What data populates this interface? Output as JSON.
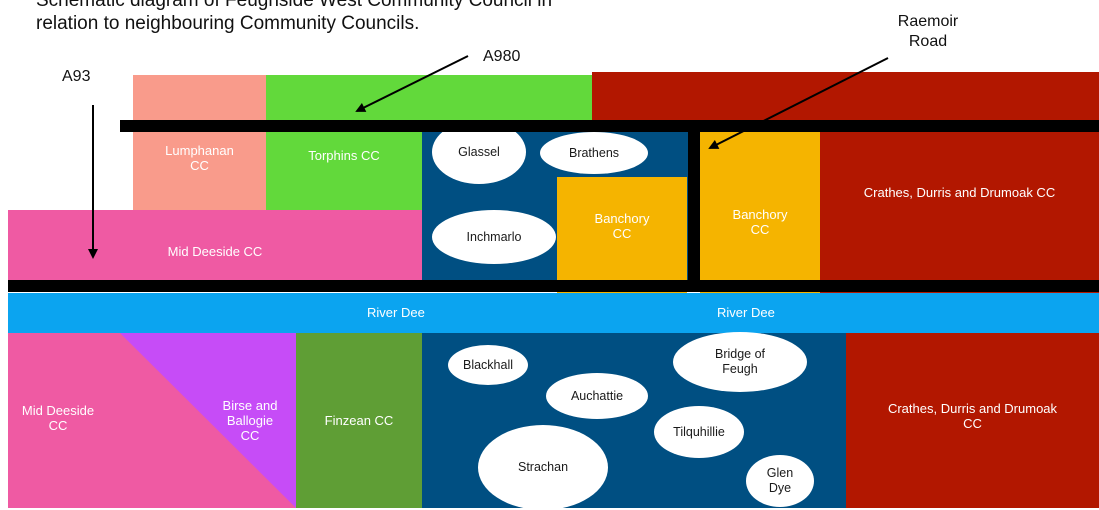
{
  "title": "Schematic diagram of Feughside West Community Council  in\nrelation to neighbouring Community Councils.",
  "road_labels": {
    "a93": "A93",
    "a980": "A980",
    "raemoir": "Raemoir\nRoad"
  },
  "north": {
    "lumphanan": "Lumphanan\nCC",
    "torphins": "Torphins CC",
    "mid_deeside": "Mid Deeside CC",
    "banchory_west": "Banchory\nCC",
    "banchory_east": "Banchory\nCC",
    "crathes": "Crathes, Durris and Drumoak CC"
  },
  "north_settlements": {
    "glassel": "Glassel",
    "brathens": "Brathens",
    "inchmarlo": "Inchmarlo"
  },
  "river": {
    "label_west": "River Dee",
    "label_east": "River Dee"
  },
  "south": {
    "mid_deeside": "Mid Deeside\nCC",
    "birse": "Birse and\nBallogie\nCC",
    "finzean": "Finzean CC",
    "crathes": "Crathes, Durris and Drumoak\nCC"
  },
  "south_settlements": {
    "blackhall": "Blackhall",
    "bridge_of_feugh": "Bridge of\nFeugh",
    "auchattie": "Auchattie",
    "tilquhillie": "Tilquhillie",
    "strachan": "Strachan",
    "glen_dye": "Glen\nDye"
  },
  "colors": {
    "salmon": "#f99b8b",
    "lime": "#62d93b",
    "darkred": "#b21700",
    "navy": "#004f82",
    "amber": "#f5b400",
    "pink": "#ef5aa3",
    "river": "#0ba4f0",
    "purple": "#c64cf7",
    "olive": "#5f9e35"
  }
}
